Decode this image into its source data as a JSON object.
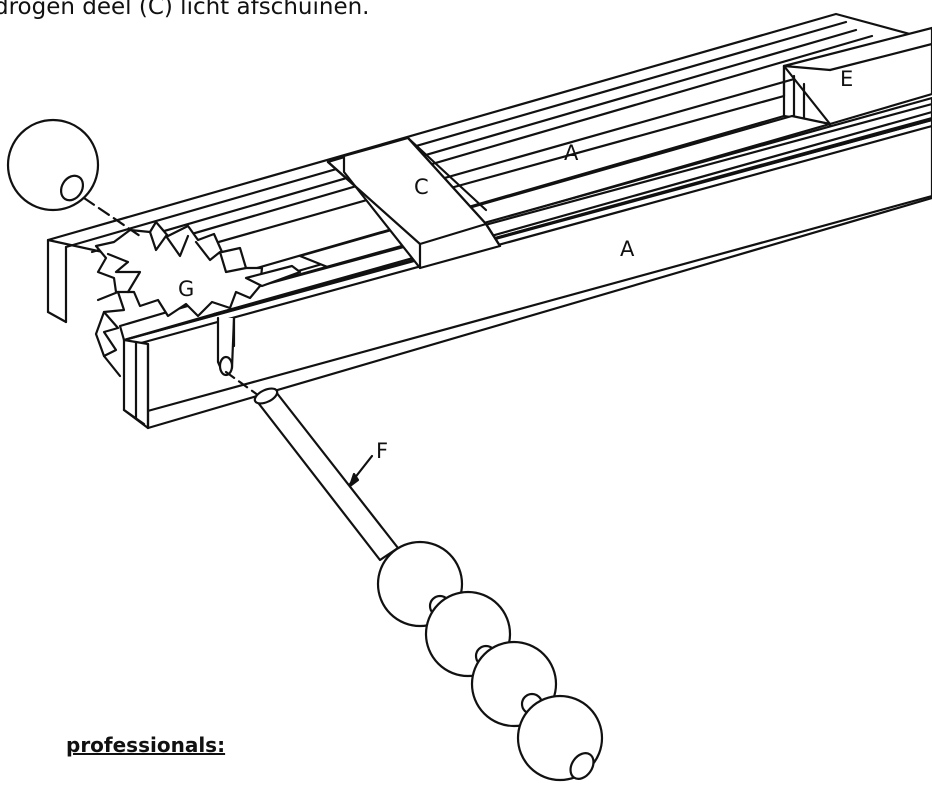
{
  "caption": "drogen deel (C) licht afschuinen.",
  "heading": "professionals:",
  "labels": {
    "e": "E",
    "a_top": "A",
    "a_side": "A",
    "c": "C",
    "g": "G",
    "f": "F"
  },
  "colors": {
    "line": "#111111",
    "background": "#ffffff"
  }
}
